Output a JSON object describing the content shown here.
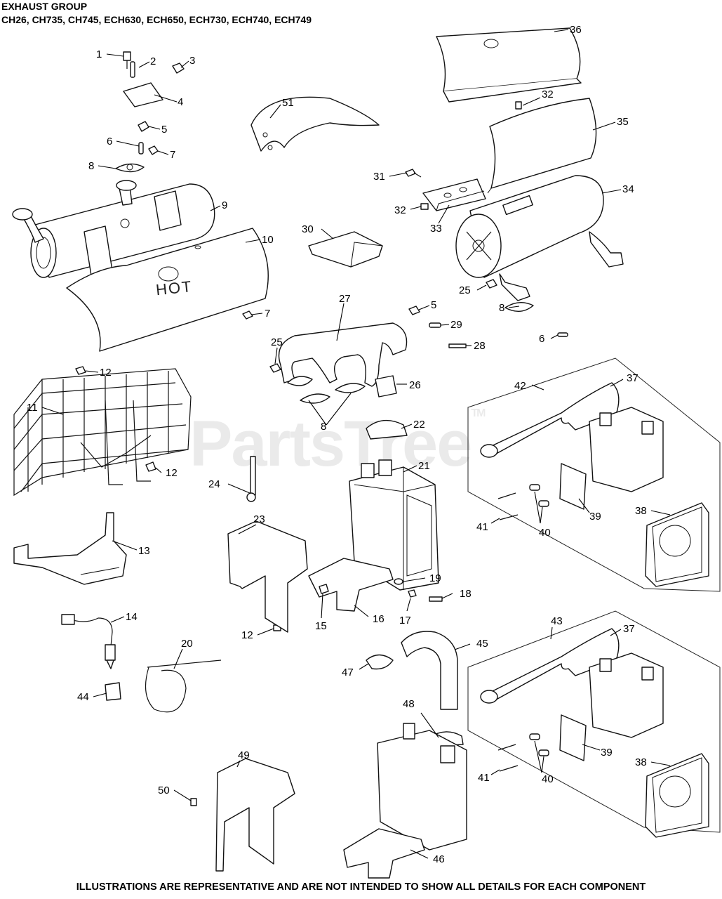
{
  "header": {
    "title": "EXHAUST GROUP",
    "models": "CH26, CH735, CH745, ECH630, ECH650, ECH730, ECH740, ECH749"
  },
  "watermark": {
    "text": "PartsTree",
    "mark": "TM"
  },
  "footer": "ILLUSTRATIONS ARE REPRESENTATIVE AND ARE NOT INTENDED TO SHOW ALL DETAILS FOR EACH COMPONENT",
  "heat_shield_text": "HOT",
  "callouts": [
    "1",
    "2",
    "3",
    "4",
    "5",
    "6",
    "7",
    "8",
    "9",
    "10",
    "11",
    "12",
    "13",
    "14",
    "15",
    "16",
    "17",
    "18",
    "19",
    "20",
    "21",
    "22",
    "23",
    "24",
    "25",
    "26",
    "27",
    "28",
    "29",
    "30",
    "31",
    "32",
    "33",
    "34",
    "35",
    "36",
    "37",
    "38",
    "39",
    "40",
    "41",
    "42",
    "43",
    "44",
    "45",
    "46",
    "47",
    "48",
    "49",
    "50",
    "51"
  ],
  "labels": {
    "n1": "1",
    "n2": "2",
    "n3": "3",
    "n4": "4",
    "n5a": "5",
    "n6a": "6",
    "n7a": "7",
    "n8a": "8",
    "n9": "9",
    "n10": "10",
    "n7b": "7",
    "n12a": "12",
    "n11": "11",
    "n12b": "12",
    "n13": "13",
    "n14": "14",
    "n44": "44",
    "n20": "20",
    "n12c": "12",
    "n50": "50",
    "n49": "49",
    "n51": "51",
    "n36": "36",
    "n32a": "32",
    "n35": "35",
    "n31": "31",
    "n32b": "32",
    "n33": "33",
    "n34": "34",
    "n30": "30",
    "n25a": "25",
    "n8b": "8",
    "n5b": "5",
    "n29": "29",
    "n6b": "6",
    "n28": "28",
    "n27": "27",
    "n25b": "25",
    "n26": "26",
    "n8c": "8",
    "n22": "22",
    "n21": "21",
    "n24": "24",
    "n23": "23",
    "n19": "19",
    "n18": "18",
    "n15": "15",
    "n16": "16",
    "n17": "17",
    "n45": "45",
    "n47": "47",
    "n48": "48",
    "n46": "46",
    "n42": "42",
    "n37a": "37",
    "n41a": "41",
    "n40a": "40",
    "n39a": "39",
    "n38a": "38",
    "n43": "43",
    "n37b": "37",
    "n39b": "39",
    "n41b": "41",
    "n40b": "40",
    "n38b": "38"
  }
}
